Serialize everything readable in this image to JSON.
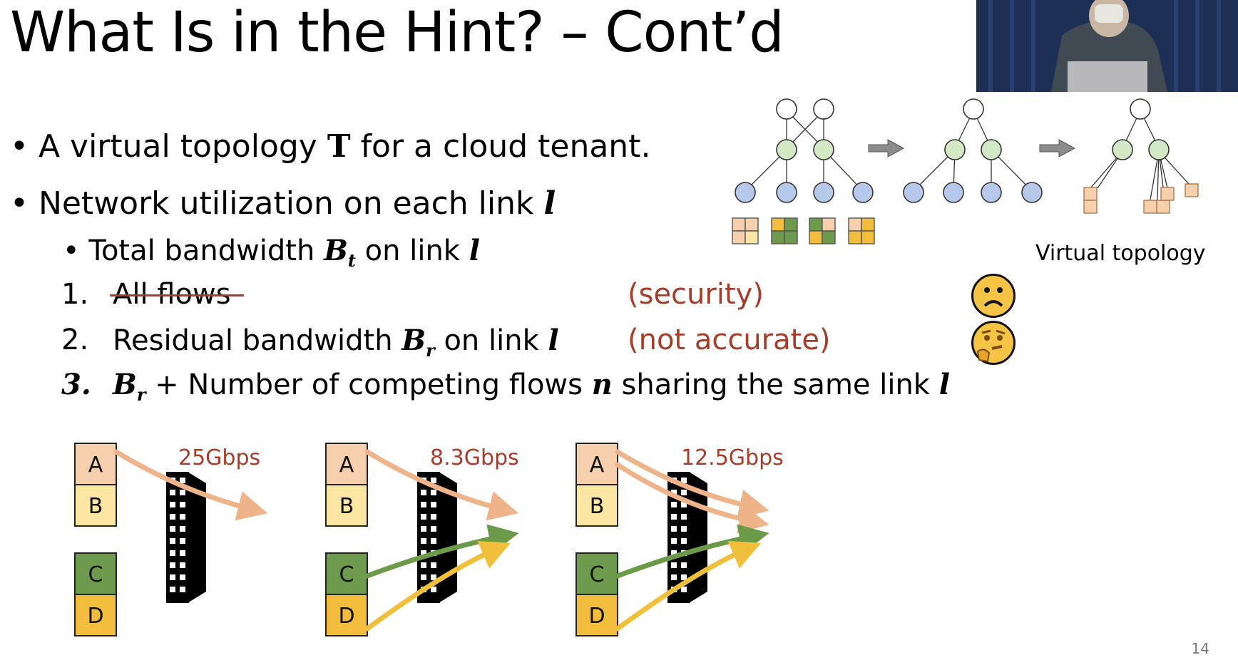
{
  "slide": {
    "title": "What Is in the Hint? – Cont’d",
    "page_number": "14",
    "bullets": [
      {
        "pre": "A virtual topology ",
        "sym": "T",
        "post": " for a cloud tenant."
      },
      {
        "pre": "Network utilization on each link ",
        "sym": "l"
      }
    ],
    "sub_bullet": {
      "pre": "Total bandwidth ",
      "sym": "B",
      "subscript": "t",
      "mid": " on link ",
      "sym2": "l"
    },
    "items": [
      {
        "num": "1.",
        "text": "All flows",
        "note": "(security)"
      },
      {
        "num": "2.",
        "pre": "Residual bandwidth ",
        "sym": "B",
        "subscript": "r",
        "mid": " on link ",
        "sym2": "l",
        "note": "(not accurate)"
      },
      {
        "num": "3.",
        "sym": "B",
        "subscript": "r",
        "pre": " + Number of competing flows ",
        "sym_n": "n",
        "mid": " sharing the same link ",
        "sym2": "l"
      }
    ],
    "topology_caption": "Virtual topology",
    "emojis": [
      "frowning-face-icon",
      "thinking-face-icon"
    ]
  },
  "flow_panels": [
    {
      "rate": "25Gbps",
      "boxes": [
        "A",
        "B",
        "C",
        "D"
      ],
      "flows": [
        "A"
      ]
    },
    {
      "rate": "8.3Gbps",
      "boxes": [
        "A",
        "B",
        "C",
        "D"
      ],
      "flows": [
        "A",
        "C",
        "D"
      ]
    },
    {
      "rate": "12.5Gbps",
      "boxes": [
        "A",
        "B",
        "C",
        "D"
      ],
      "flows": [
        "A",
        "B",
        "C",
        "D"
      ]
    }
  ],
  "colors": {
    "A": "#f6cfac",
    "B": "#fbe6a3",
    "C": "#6d9a4d",
    "D": "#f2bc3d",
    "flow_A": "#efb38a",
    "flow_C": "#6b9a48",
    "flow_D": "#f0c03a",
    "node_top": "#ffffff",
    "node_mid": "#d3e8c5",
    "node_leaf": "#b7c9ea",
    "accent_red": "#a53d2a"
  }
}
